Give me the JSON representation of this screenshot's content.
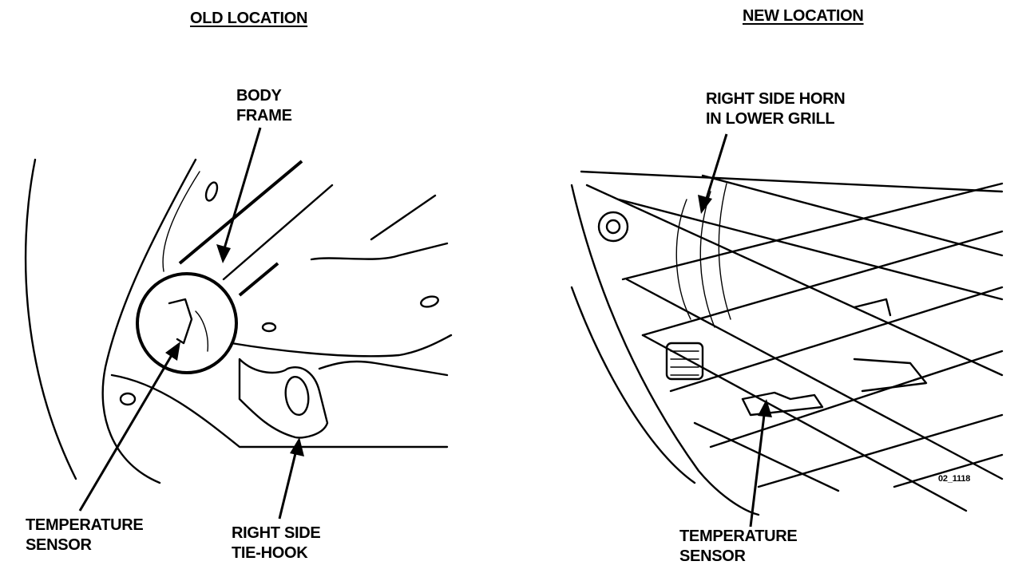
{
  "left": {
    "heading": "OLD LOCATION",
    "labels": {
      "body_frame": [
        "BODY",
        "FRAME"
      ],
      "temperature_sensor": [
        "TEMPERATURE",
        "SENSOR"
      ],
      "tie_hook": [
        "RIGHT SIDE",
        "TIE-HOOK"
      ]
    }
  },
  "right": {
    "heading": "NEW LOCATION",
    "labels": {
      "horn": [
        "RIGHT SIDE HORN",
        "IN LOWER GRILL"
      ],
      "temperature_sensor": [
        "TEMPERATURE",
        "SENSOR"
      ]
    },
    "figure_code": "02_1118"
  }
}
